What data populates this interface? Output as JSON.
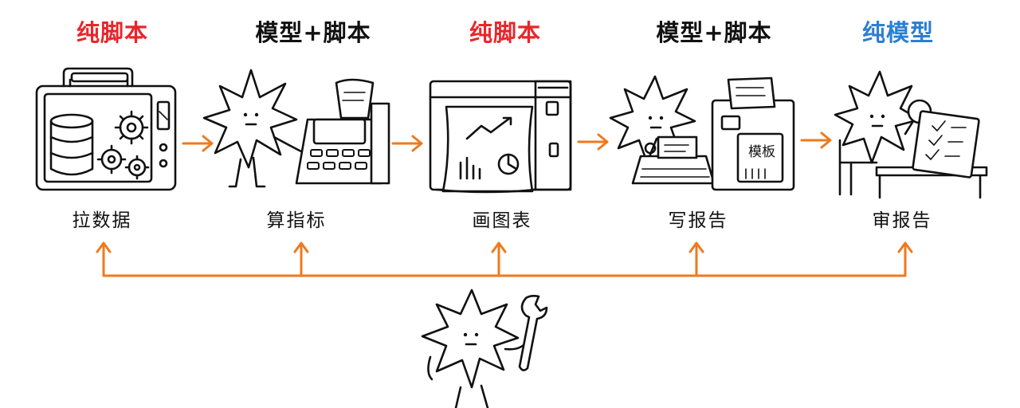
{
  "colors": {
    "script_red": "#e8262a",
    "model_black": "#111111",
    "model_blue": "#2b7fd1",
    "arrow_orange": "#ee7a1e"
  },
  "stages": [
    {
      "type_label": "纯脚本",
      "type_color": "#e8262a",
      "step_label": "拉数据",
      "icon": "database-gear-machine-icon"
    },
    {
      "type_label": "模型+脚本",
      "type_color": "#111111",
      "step_label": "算指标",
      "icon": "calculator-icon"
    },
    {
      "type_label": "纯脚本",
      "type_color": "#e8262a",
      "step_label": "画图表",
      "icon": "chart-printer-icon"
    },
    {
      "type_label": "模型+脚本",
      "type_color": "#111111",
      "step_label": "写报告",
      "icon": "typewriter-template-icon"
    },
    {
      "type_label": "纯模型",
      "type_color": "#2b7fd1",
      "step_label": "审报告",
      "icon": "magnifier-clipboard-icon"
    }
  ],
  "template_text": "模板",
  "tool_icon": "wrench-icon"
}
